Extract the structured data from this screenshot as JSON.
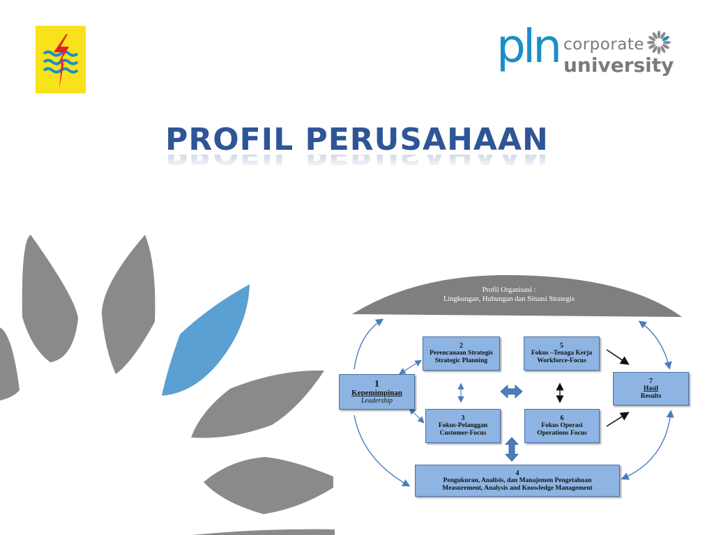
{
  "header": {
    "brand_pln": "pln",
    "brand_corporate": "corporate",
    "brand_university": "university",
    "colors": {
      "pln_yellow": "#f7e21b",
      "pln_blue": "#1a8ec9",
      "pln_red": "#e31e24",
      "gray": "#7a7a7a"
    }
  },
  "title": "PROFIL PERUSAHAAN",
  "diagram": {
    "profile_line1": "Profil Organisasi :",
    "profile_line2": "Lingkungan,  Hubungan  dan Situasi Strategis",
    "boxes": {
      "b1": {
        "num": "1",
        "line1": "Kepemimpinan",
        "line2": "Leadership"
      },
      "b2": {
        "num": "2",
        "line1": "Perencanaan Strategis",
        "line2": "Strategic Planning"
      },
      "b3": {
        "num": "3",
        "line1": "Fokus-Pelanggan",
        "line2": "Customer-Focus"
      },
      "b4": {
        "num": "4",
        "line1": "Pengukuran, Analisis, dan Manajemen Pengetahuan",
        "line2": "Measurement, Analysis and Knowledge Management"
      },
      "b5": {
        "num": "5",
        "line1": "Fokus –Tenaga Kerja",
        "line2": "Workforce-Focus"
      },
      "b6": {
        "num": "6",
        "line1": "Fokus Operasi",
        "line2": "Operations Focus"
      },
      "b7": {
        "num": "7",
        "line1": "Hasil",
        "line2": "Results"
      }
    },
    "colors": {
      "box_fill": "#8db4e2",
      "arrow_blue": "#4a7ebb",
      "dome": "#7f7f7f"
    }
  }
}
